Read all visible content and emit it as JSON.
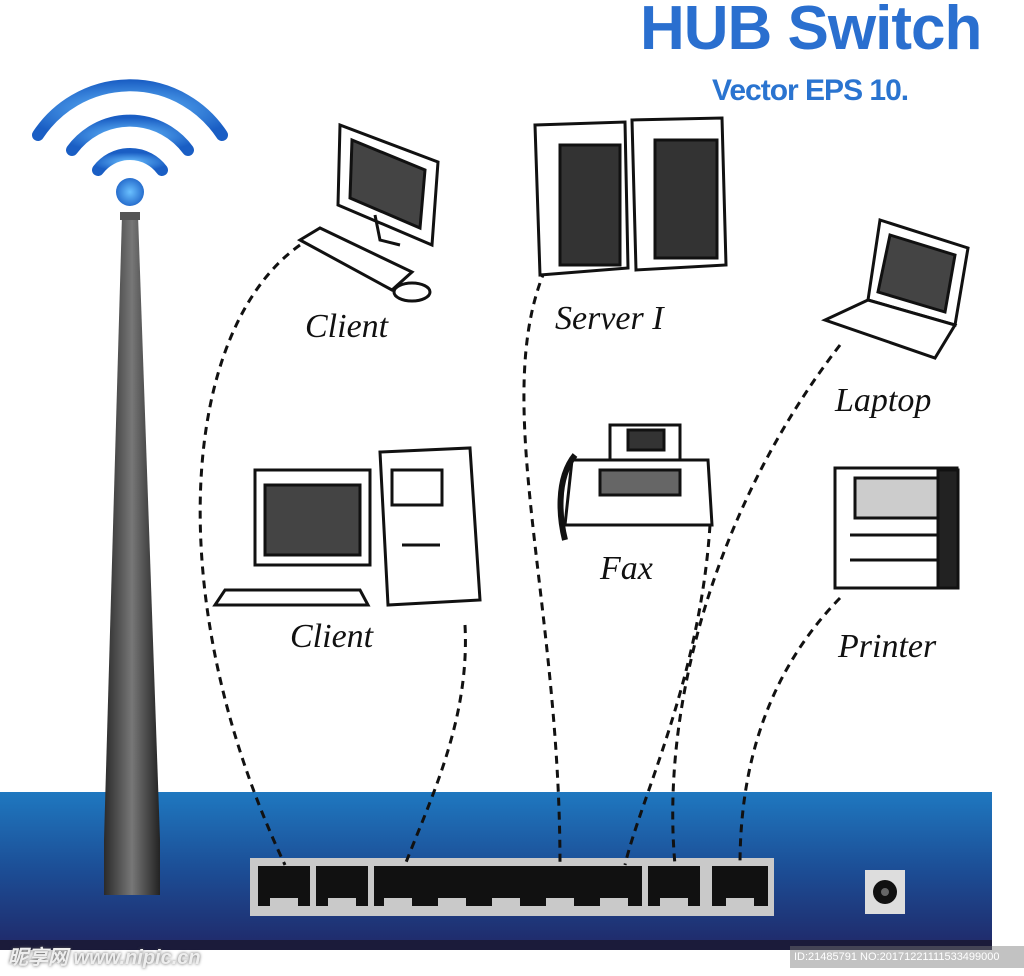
{
  "header": {
    "title": "HUB Switch",
    "subtitle": "Vector EPS 10."
  },
  "devices": [
    {
      "label": "Client",
      "icon": "desktop-monitor-icon"
    },
    {
      "label": "Server I",
      "icon": "server-tower-icon"
    },
    {
      "label": "Laptop",
      "icon": "laptop-icon"
    },
    {
      "label": "Client",
      "icon": "desktop-pc-icon"
    },
    {
      "label": "Fax",
      "icon": "fax-icon"
    },
    {
      "label": "Printer",
      "icon": "printer-icon"
    }
  ],
  "colors": {
    "hub_blue": "#1e5fa8",
    "hub_dark": "#22296a",
    "title_blue": "#2a6fcf"
  },
  "watermark": {
    "left": "昵享网 www.nipic.cn",
    "right": "ID:21485791 NO:20171221111533499000"
  }
}
